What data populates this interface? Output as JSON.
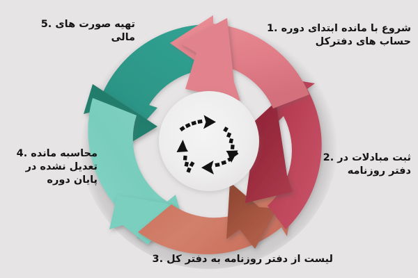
{
  "graphic": {
    "title": "accounting-cycle-wheel",
    "background_color": "#e6e4e5",
    "center_hub_color": "#efeeee",
    "center_arrows": {
      "count": 4,
      "direction": "clockwise",
      "color": "#111111",
      "style": "dashed-tail-with-solid-head"
    },
    "segments": [
      {
        "id": "seg-1",
        "position": "top-right",
        "color_from": "#e8848d",
        "color_to": "#d9737f",
        "points_to": "step-2"
      },
      {
        "id": "seg-2",
        "position": "right",
        "color_from": "#8c2233",
        "color_to": "#c0485c",
        "points_to": "step-3"
      },
      {
        "id": "seg-3",
        "position": "bottom",
        "color_from": "#c06a52",
        "color_to": "#d98872",
        "points_to": "step-4"
      },
      {
        "id": "seg-4",
        "position": "left",
        "color_from": "#76cdbd",
        "color_to": "#8fd9c9",
        "points_to": "step-5"
      },
      {
        "id": "seg-5",
        "position": "top-left",
        "color_from": "#2b9184",
        "color_to": "#35a898",
        "points_to": "step-1"
      }
    ]
  },
  "steps": [
    {
      "number": "1",
      "key": "step-1",
      "text": "شروع با مانده ابتدای دوره .1\nحساب های دفترکل",
      "position": "top-right"
    },
    {
      "number": "2",
      "key": "step-2",
      "text": "ثبت مبادلات در .2\nدفتر روزنامه",
      "position": "right"
    },
    {
      "number": "3",
      "key": "step-3",
      "text": "لیست از دفتر روزنامه به دفتر کل .3",
      "position": "bottom"
    },
    {
      "number": "4",
      "key": "step-4",
      "text": "محاسبه مانده .4\nتعدیل نشده در\nپایان دوره",
      "position": "left"
    },
    {
      "number": "5",
      "key": "step-5",
      "text": "تهیه صورت های .5\nمالی",
      "position": "top-left"
    }
  ]
}
